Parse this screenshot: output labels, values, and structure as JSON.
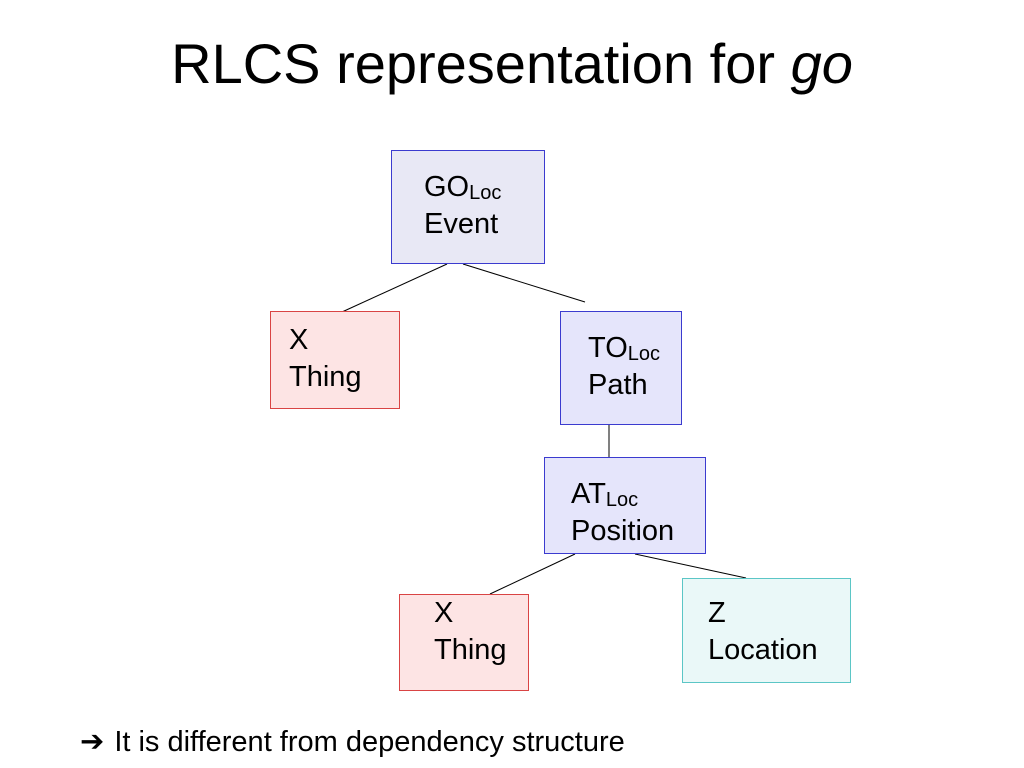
{
  "title": {
    "text": "RLCS representation for ",
    "emphasis": "go"
  },
  "tree": {
    "root": {
      "head": "GO",
      "subscript": "Loc",
      "type": "Event"
    },
    "subject": {
      "head": "X",
      "type": "Thing"
    },
    "path": {
      "head": "TO",
      "subscript": "Loc",
      "type": "Path"
    },
    "position": {
      "head": "AT",
      "subscript": "Loc",
      "type": "Position"
    },
    "position_thing": {
      "head": "X",
      "type": "Thing"
    },
    "location": {
      "head": "Z",
      "type": "Location"
    }
  },
  "footnote": {
    "icon": "right-arrow-icon",
    "symbol": "➔",
    "text": "It is different from dependency structure"
  },
  "colors": {
    "blue_node_fill": "#e5e5fb",
    "blue_node_border": "#3b3bcf",
    "red_node_fill": "#fde4e4",
    "red_node_border": "#d94444",
    "cyan_node_fill": "#eaf8f8",
    "cyan_node_border": "#5bc6c6"
  }
}
